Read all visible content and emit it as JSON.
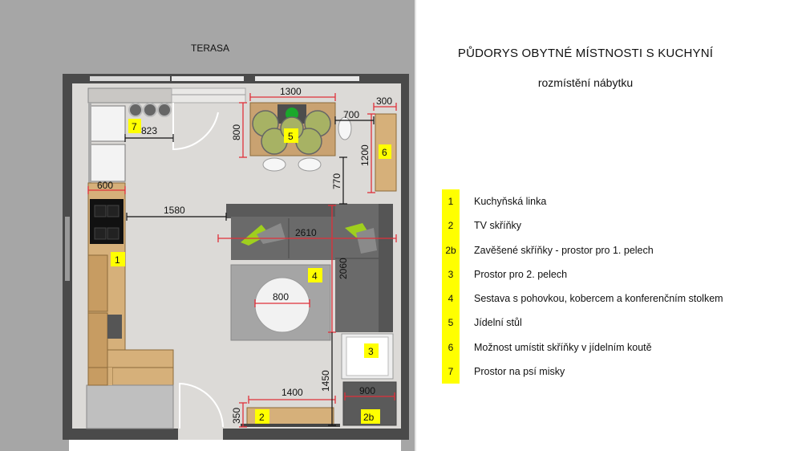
{
  "title": "PŮDORYS OBYTNÉ MÍSTNOSTI S KUCHYNÍ",
  "subtitle": "rozmístění nábytku",
  "terrace_label": "TERASA",
  "dimensions": {
    "d1300": "1300",
    "d800a": "800",
    "d700": "700",
    "d300": "300",
    "d1200": "1200",
    "d823": "823",
    "d600": "600",
    "d1580": "1580",
    "d770": "770",
    "d2610": "2610",
    "d2060": "2060",
    "d800b": "800",
    "d1450": "1450",
    "d1400": "1400",
    "d900": "900",
    "d350": "350"
  },
  "markers": {
    "m1": "1",
    "m2": "2",
    "m2b": "2b",
    "m3": "3",
    "m4": "4",
    "m5": "5",
    "m6": "6",
    "m7": "7"
  },
  "legend": [
    {
      "num": "1",
      "text": "Kuchyňská linka"
    },
    {
      "num": "2",
      "text": "TV skříňky"
    },
    {
      "num": "2b",
      "text": "Zavěšené skříňky - prostor pro 1. pelech"
    },
    {
      "num": "3",
      "text": "Prostor pro 2. pelech"
    },
    {
      "num": "4",
      "text": "Sestava s pohovkou, kobercem a konferenčním stolkem"
    },
    {
      "num": "5",
      "text": "Jídelní stůl"
    },
    {
      "num": "6",
      "text": "Možnost umístit skříňky v jídelním koutě"
    },
    {
      "num": "7",
      "text": "Prostor na psí misky"
    }
  ],
  "colors": {
    "terrace": "#a6a6a6",
    "floor": "#dcdad7",
    "wall": "#4a4a4a",
    "wood": "#d6b07a",
    "sofa": "#5a5a5a",
    "dimension": "#e0303a",
    "marker": "#ffff00"
  }
}
